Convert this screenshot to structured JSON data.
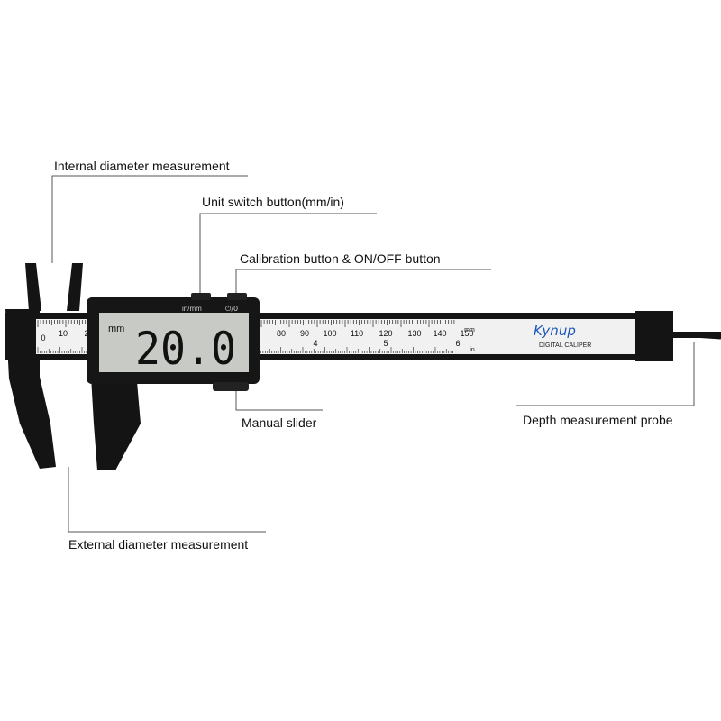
{
  "callouts": {
    "internal_diameter": "Internal diameter measurement",
    "unit_switch": "Unit switch button(mm/in)",
    "calibration": "Calibration button & ON/OFF button",
    "manual_slider": "Manual slider",
    "depth_probe": "Depth measurement probe",
    "external_diameter": "External diameter measurement"
  },
  "display": {
    "reading": "20.0",
    "unit": "mm",
    "unit_button_label": "in/mm",
    "power_button_label": "⏻/0"
  },
  "brand": {
    "name": "Kynup",
    "subtitle": "DIGITAL CALIPER"
  },
  "scale": {
    "mm_labels": [
      "10",
      "2",
      "80",
      "90",
      "100",
      "110",
      "120",
      "130",
      "140",
      "150"
    ],
    "mm_unit": "mm",
    "inch_labels": [
      "4",
      "5",
      "6"
    ],
    "inch_unit": "in",
    "zero_label": "0"
  },
  "colors": {
    "body": "#141414",
    "scale_face": "#f2f2f2",
    "lcd": "#c9ccc6",
    "brand": "#1b55b8"
  }
}
